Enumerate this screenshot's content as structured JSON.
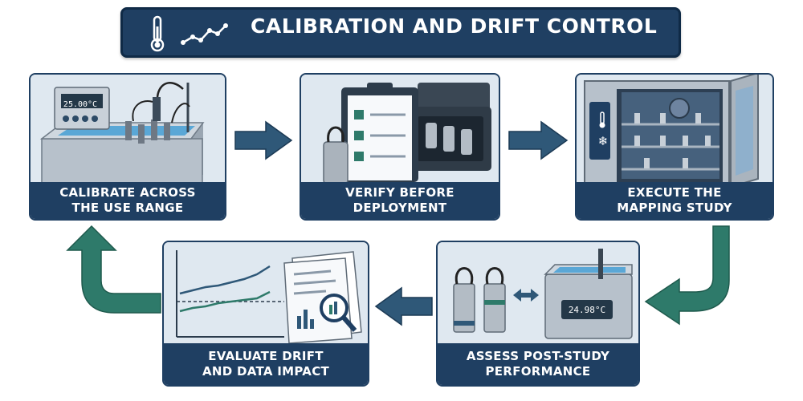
{
  "header": {
    "title": "CALIBRATION AND DRIFT CONTROL",
    "icons": [
      "thermometer-icon",
      "trend-line-icon"
    ]
  },
  "steps": [
    {
      "label": "CALIBRATE ACROSS\nTHE USE RANGE",
      "illustration": "calibration-bath",
      "display_value": "25.00°C"
    },
    {
      "label": "VERIFY BEFORE\nDEPLOYMENT",
      "illustration": "checklist-and-logger-case"
    },
    {
      "label": "EXECUTE THE\nMAPPING STUDY",
      "illustration": "stability-chamber"
    },
    {
      "label": "EVALUATE DRIFT\nAND DATA IMPACT",
      "illustration": "drift-chart-and-report"
    },
    {
      "label": "ASSESS POST-STUDY\nPERFORMANCE",
      "illustration": "post-study-bath",
      "display_value": "24.98°C"
    }
  ],
  "colors": {
    "navy": "#1f3f62",
    "flow_arrow": "#2f5878",
    "loop_arrow": "#2e7a6a",
    "card_bg": "#dde6ef"
  }
}
